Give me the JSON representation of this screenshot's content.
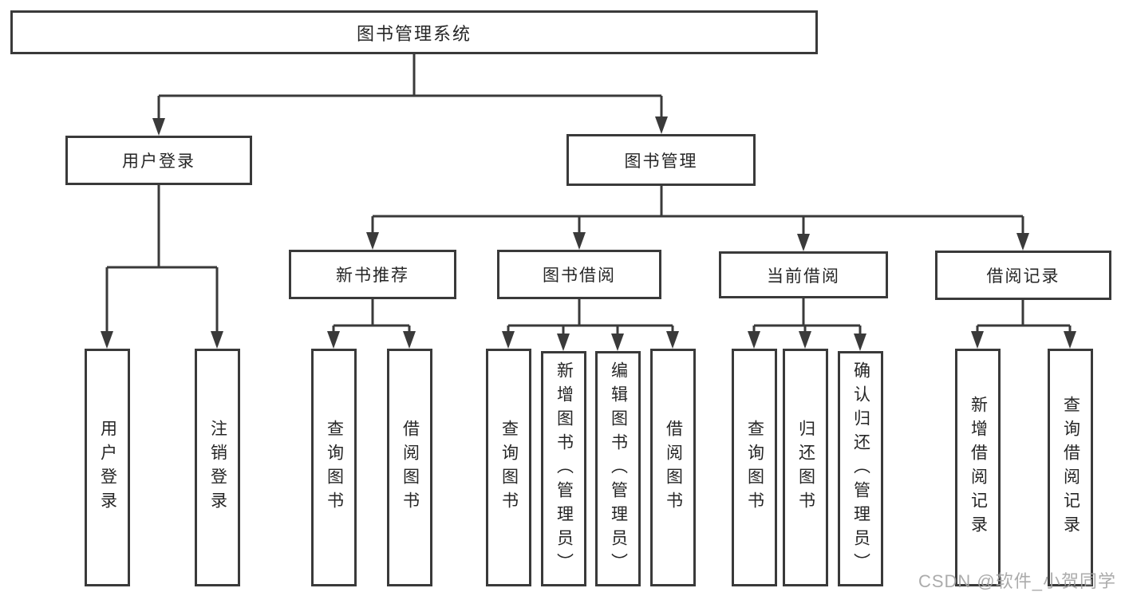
{
  "page": {
    "background_color": "#ffffff",
    "line_color": "#3a3a3a",
    "text_color": "#262626",
    "watermark_color": "#a3a3a3"
  },
  "nodes": {
    "root": "图书管理系统",
    "user_login": "用户登录",
    "book_mgmt": "图书管理",
    "new_book_rec": "新书推荐",
    "book_borrow": "图书借阅",
    "current_borrow": "当前借阅",
    "borrow_record": "借阅记录",
    "leaf_user_login": "用户登录",
    "leaf_logout": "注销登录",
    "leaf_nbr_query_book": "查询图书",
    "leaf_nbr_borrow_book": "借阅图书",
    "leaf_bb_query_book": "查询图书",
    "leaf_bb_add_book": "新增图书（管理员）",
    "leaf_bb_edit_book": "编辑图书（管理员）",
    "leaf_bb_borrow_book": "借阅图书",
    "leaf_cb_query_book": "查询图书",
    "leaf_cb_return_book": "归还图书",
    "leaf_cb_confirm_return": "确认归还（管理员）",
    "leaf_br_add_record": "新增借阅记录",
    "leaf_br_query_record": "查询借阅记录"
  },
  "watermark": "CSDN @软件_小贺同学"
}
